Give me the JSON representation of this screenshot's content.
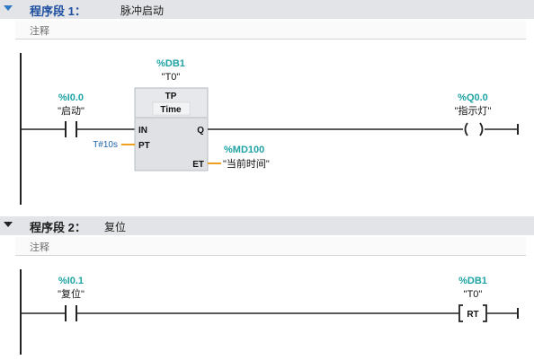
{
  "networks": [
    {
      "title": "程序段 1：",
      "description": "脉冲启动",
      "comment_placeholder": "注释",
      "contact": {
        "address": "%I0.0",
        "symbol": "\"启动\""
      },
      "timer_block": {
        "instance_address": "%DB1",
        "instance_symbol": "\"T0\"",
        "type": "TP",
        "data_type": "Time",
        "inputs": [
          "IN",
          "PT"
        ],
        "outputs": [
          "Q",
          "ET"
        ],
        "pt_value": "T#10s",
        "et_address": "%MD100",
        "et_symbol": "\"当前时间\""
      },
      "coil": {
        "address": "%Q0.0",
        "symbol": "\"指示灯\""
      }
    },
    {
      "title": "程序段 2：",
      "description": "复位",
      "comment_placeholder": "注释",
      "contact": {
        "address": "%I0.1",
        "symbol": "\"复位\""
      },
      "reset_coil": {
        "address": "%DB1",
        "symbol": "\"T0\"",
        "instruction": "RT"
      }
    }
  ],
  "colors": {
    "header_bg": "#e2e4e7",
    "network1_arrow": "#2e78c4",
    "network2_arrow": "#222222",
    "network1_title": "#1f4fa0",
    "address_teal": "#1fa3a3",
    "parameter_line": "#f0a020",
    "block_bg": "#dfe1e4"
  }
}
